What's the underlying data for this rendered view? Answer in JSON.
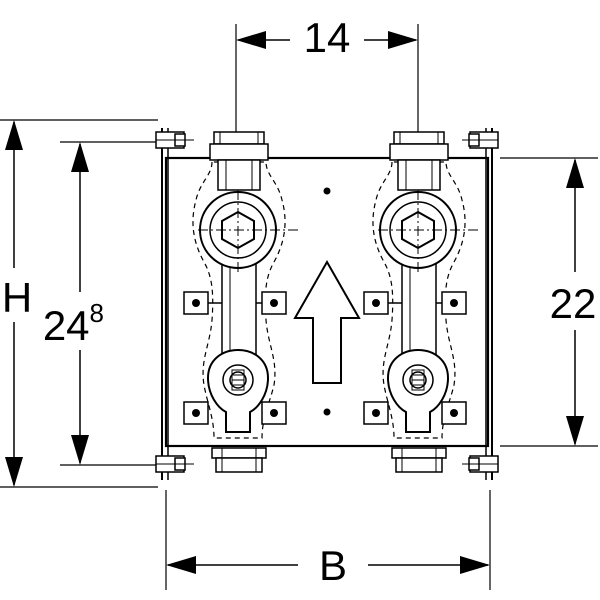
{
  "dimensions": {
    "top_spacing": "14",
    "width": "B",
    "height_outer": "H",
    "height_inner_base": "24",
    "height_inner_sup": "8",
    "right_height": "22"
  },
  "direction_arrow": "up-arrow",
  "colors": {
    "line": "#000000",
    "fill": "#ffffff",
    "hidden_outline": "#000000"
  }
}
